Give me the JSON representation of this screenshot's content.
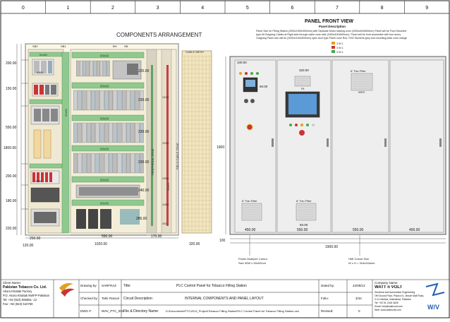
{
  "grid": {
    "columns": [
      "0",
      "1",
      "2",
      "3",
      "4",
      "5",
      "6",
      "7",
      "8",
      "9"
    ]
  },
  "left_view": {
    "title": "COMPONENTS ARRANGEMENT",
    "labels": {
      "sb2": "SB2",
      "sb1": "SB1",
      "bh": "BH",
      "sb": "SB",
      "cable_mesh": "CABLE MESH",
      "duct1": "60x60",
      "duct2": "60x60",
      "duct3": "60x60",
      "duct4": "60x60",
      "duct5": "60x60",
      "duct6": "60x60",
      "duct7": "60x60",
      "v_duct": "60x60",
      "v_duct2": "60x60",
      "x100": "X100",
      "x200": "X200",
      "x300": "X300",
      "x400": "X400",
      "x600": "X600",
      "x500": "X500",
      "xt": "X01",
      "peripheral_zone": "PERIPHERAL ZONE",
      "field_cable_zone": "FIELD CABLE ZONE"
    },
    "dims": {
      "d200a": "200.00",
      "d150": "150.00",
      "d550": "550.00",
      "d1800": "1800.00",
      "d200b": "200.00",
      "d180": "180.00",
      "d220a": "220.00",
      "d250": "250.00",
      "d120": "120.00",
      "d220b": "220.00",
      "d230a": "230.00",
      "d230b": "230.00",
      "d230c": "230.00",
      "d240": "240.00",
      "d285": "285.00",
      "d590": "590.00",
      "d170": "170.00",
      "d1020": "1020.00",
      "d320": "320.00"
    }
  },
  "right_view": {
    "title": "PANEL FRONT VIEW",
    "desc_title": "Panel Description",
    "desc_lines": [
      "Panel Size for Filling Station (2000x1900x500mm) with Separate Motor starting zone (2000x400x500mm) Panel will be Floor Mounted",
      "type All Outgoing Cables at Right side through cable zone side (1800x400x500mm). Panel will be front accessible with four doors",
      "Outgoing Panel size will be (2000x1100x500mm) open door type Panel color RAL 7032 Siemens grey and mounting plate color orange"
    ],
    "legend": [
      "3 IN 1",
      "3 IN 1",
      "3 IN 1"
    ],
    "labels": {
      "fan_filter_top": "6\" Fan Filter",
      "fan_filter_b1": "6\" Fan Filter",
      "fan_filter_b2": "6\" Fan Filter",
      "kbfs": "KBFS",
      "pa": "PA"
    },
    "dims": {
      "d1900v": "1900",
      "d100a": "100.00",
      "d320": "320.00",
      "d60": "60.00",
      "d450": "450.00",
      "d550a": "550.00",
      "d550b": "550.00",
      "d400b": "400.00",
      "d100": "100",
      "d1900": "1900.00",
      "d60b": "60.00"
    },
    "notes": {
      "analyzer": "Power Analyzer Cutout",
      "analyzer_size": "Size 90W x 90x92mm",
      "hmi": "HMI Cutout Size",
      "hmi_size": "W x H = 316x246mm"
    }
  },
  "title_block": {
    "client_label": "Client Name:",
    "client_name": "Pakistan Tobacco Co. Ltd.",
    "client_addr": [
      "Akora Khattak Factory",
      "P.O. Akora Khattak NWFP-Pakistan",
      "Tel: +92 (923) 555851- 12",
      "Fax: +92 (923) 510760"
    ],
    "drawn_by_label": "Drawing by:",
    "drawn_by": "SARFRAZ",
    "checked_by_label": "Checked by:",
    "checked_by": "Tahir Rasool",
    "dwg_label": "DWG #:",
    "dwg": "WAV_PTC_003",
    "title_label": "Title:",
    "title": "PLC Control Panel for Tobacco Filling Station",
    "circuit_label": "Circuit Description:",
    "circuit": "INTERNAL COMPONENTS AND PANEL LAYOUT",
    "file_label": "File & Directory Name:",
    "file": "D:\\Documents\\PTC\\2013_Project\\Tobacco Filling Station\\PLC Control Panel for Tobacco Filling Station.vsd",
    "dated_label": "Dated by:",
    "dated": "22/08/13",
    "folio_label": "Folio:",
    "folio": "3/44",
    "revised_label": "Revised:",
    "revised": "0",
    "company_label": "Company Name",
    "company": "WATT n VOLT",
    "company_lines": [
      "Electrical and Automation Engineering",
      "Off Ground Floor, Plaza # 6, Jinnah Mall Road,",
      "G-11 Markaz, Islamabad, Pakistan",
      "Tel: +92 51 2106 3625",
      "Email: info@wattnvolt.com",
      "Web: www.wattnvolt.com"
    ]
  }
}
